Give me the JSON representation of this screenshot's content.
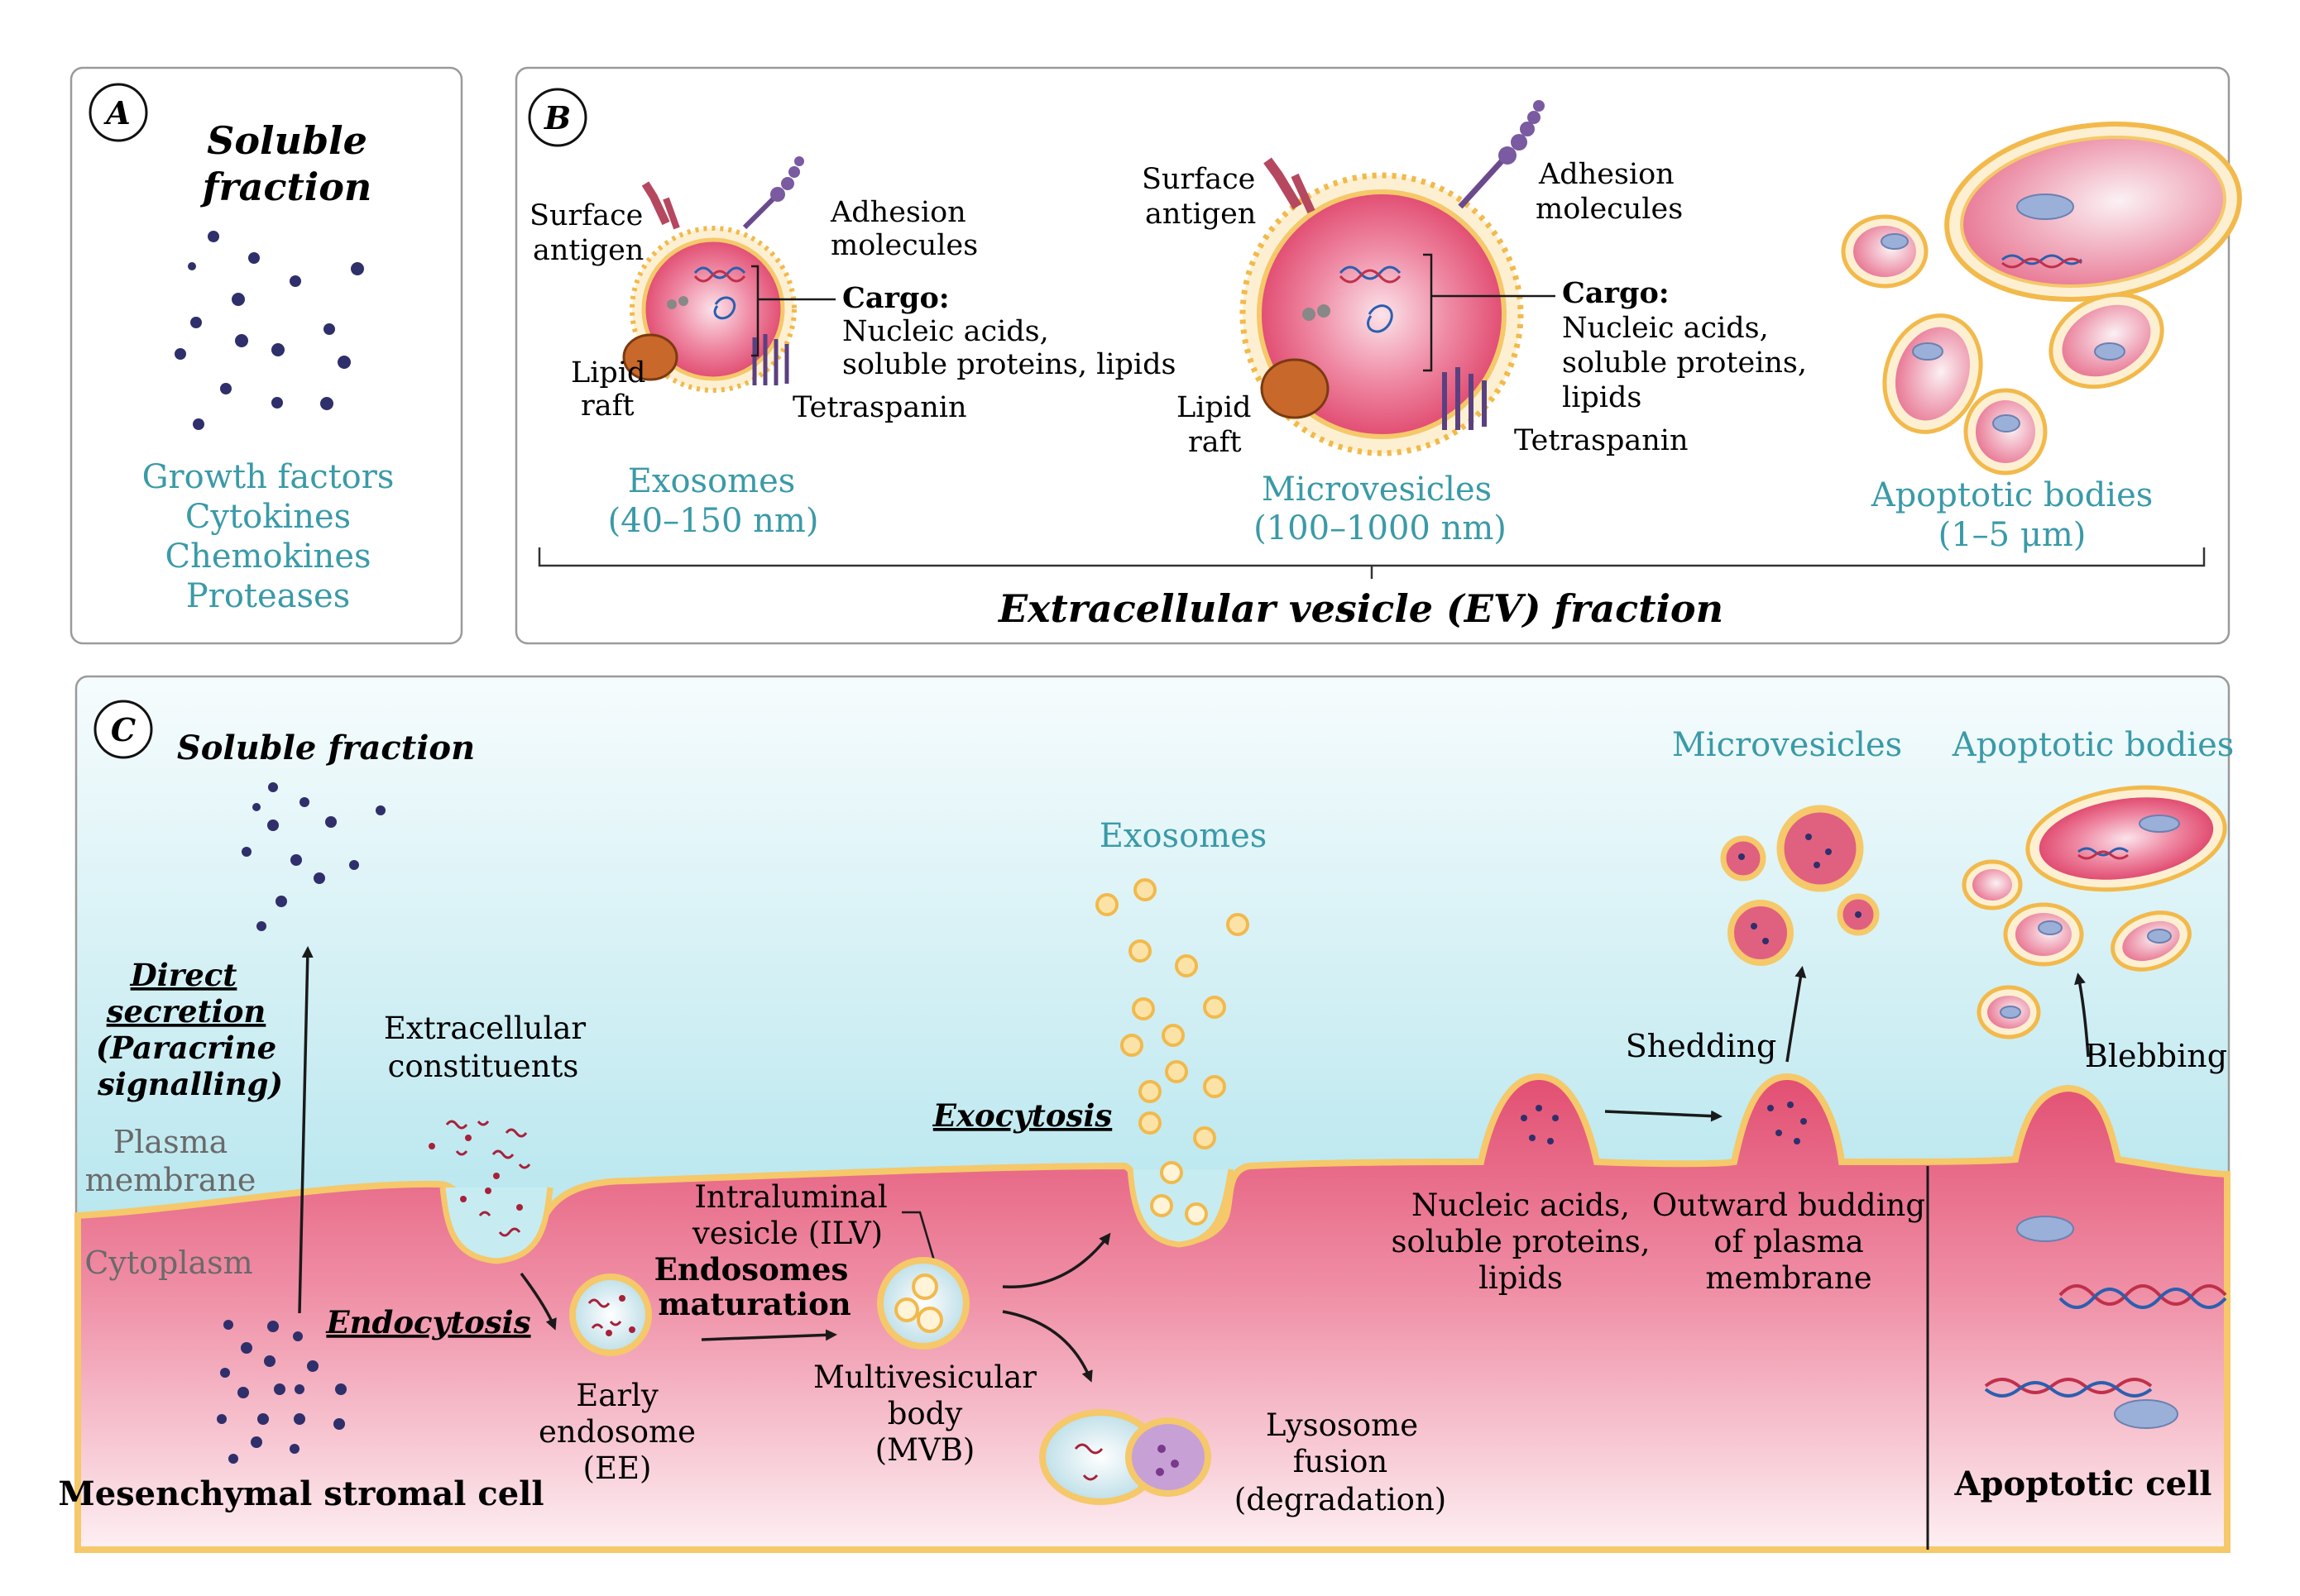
{
  "panel_a": {
    "letter": "A",
    "title_line1": "Soluble",
    "title_line2": "fraction",
    "items": [
      "Growth factors",
      "Cytokines",
      "Chemokines",
      "Proteases"
    ]
  },
  "panel_b": {
    "letter": "B",
    "exosome": {
      "surface_antigen_1": "Surface",
      "surface_antigen_2": "antigen",
      "adhesion_1": "Adhesion",
      "adhesion_2": "molecules",
      "cargo_title": "Cargo:",
      "cargo_1": "Nucleic acids,",
      "cargo_2": "soluble proteins, lipids",
      "lipid_1": "Lipid",
      "lipid_2": "raft",
      "tetraspanin": "Tetraspanin",
      "name": "Exosomes",
      "size": "(40–150 nm)"
    },
    "microvesicle": {
      "surface_antigen_1": "Surface",
      "surface_antigen_2": "antigen",
      "adhesion_1": "Adhesion",
      "adhesion_2": "molecules",
      "cargo_title": "Cargo:",
      "cargo_1": "Nucleic acids,",
      "cargo_2": "soluble proteins,",
      "cargo_3": "lipids",
      "lipid_1": "Lipid",
      "lipid_2": "raft",
      "tetraspanin": "Tetraspanin",
      "name": "Microvesicles",
      "size": "(100–1000 nm)"
    },
    "apoptotic": {
      "name": "Apoptotic bodies",
      "size": "(1–5 μm)"
    },
    "bracket_label": "Extracellular vesicle (EV) fraction"
  },
  "panel_c": {
    "letter": "C",
    "soluble_fraction": "Soluble fraction",
    "direct_1": "Direct",
    "direct_2": "secretion",
    "direct_3": "(Paracrine",
    "direct_4": "signalling)",
    "plasma_1": "Plasma",
    "plasma_2": "membrane",
    "cytoplasm": "Cytoplasm",
    "extracellular_1": "Extracellular",
    "extracellular_2": "constituents",
    "endocytosis": "Endocytosis",
    "early_1": "Early",
    "early_2": "endosome",
    "early_3": "(EE)",
    "ilv_1": "Intraluminal",
    "ilv_2": "vesicle (ILV)",
    "maturation_1": "Endosomes",
    "maturation_2": "maturation",
    "mvb_1": "Multivesicular",
    "mvb_2": "body",
    "mvb_3": "(MVB)",
    "exocytosis": "Exocytosis",
    "exosomes": "Exosomes",
    "lysosome_1": "Lysosome",
    "lysosome_2": "fusion",
    "lysosome_3": "(degradation)",
    "nucleic_1": "Nucleic acids,",
    "nucleic_2": "soluble proteins,",
    "nucleic_3": "lipids",
    "outward_1": "Outward budding",
    "outward_2": "of plasma",
    "outward_3": "membrane",
    "shedding": "Shedding",
    "microvesicles": "Microvesicles",
    "apoptotic_bodies": "Apoptotic bodies",
    "blebbing": "Blebbing",
    "msc": "Mesenchymal stromal cell",
    "apoptotic_cell": "Apoptotic cell"
  },
  "colors": {
    "teal_text": "#3a9aa8",
    "navy_dot": "#2f2f6b",
    "membrane": "#f5c86a",
    "pink": "#e0506e",
    "sky": "#b8e6ee"
  }
}
